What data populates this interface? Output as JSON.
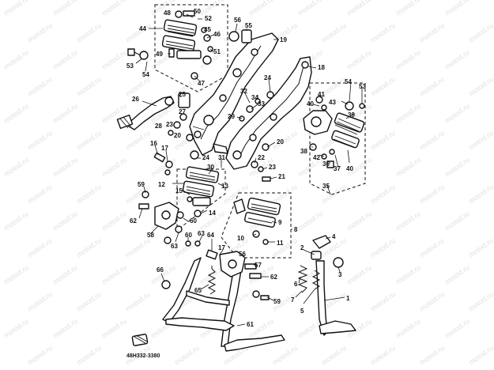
{
  "diagram_code": "48H332-3380",
  "watermark": "motod.ru",
  "callouts": [
    "1",
    "2",
    "3",
    "4",
    "5",
    "6",
    "7",
    "8",
    "9",
    "10",
    "11",
    "12",
    "13",
    "14",
    "15",
    "16",
    "17",
    "18",
    "19",
    "20",
    "21",
    "22",
    "23",
    "24",
    "25",
    "26",
    "27",
    "28",
    "29",
    "30",
    "31",
    "32",
    "33",
    "34",
    "35",
    "36",
    "37",
    "38",
    "39",
    "40",
    "41",
    "42",
    "43",
    "44",
    "45",
    "46",
    "47",
    "48",
    "49",
    "50",
    "51",
    "52",
    "53",
    "54",
    "55",
    "56",
    "57",
    "58",
    "59",
    "60",
    "61",
    "62",
    "63",
    "64",
    "65",
    "66"
  ]
}
